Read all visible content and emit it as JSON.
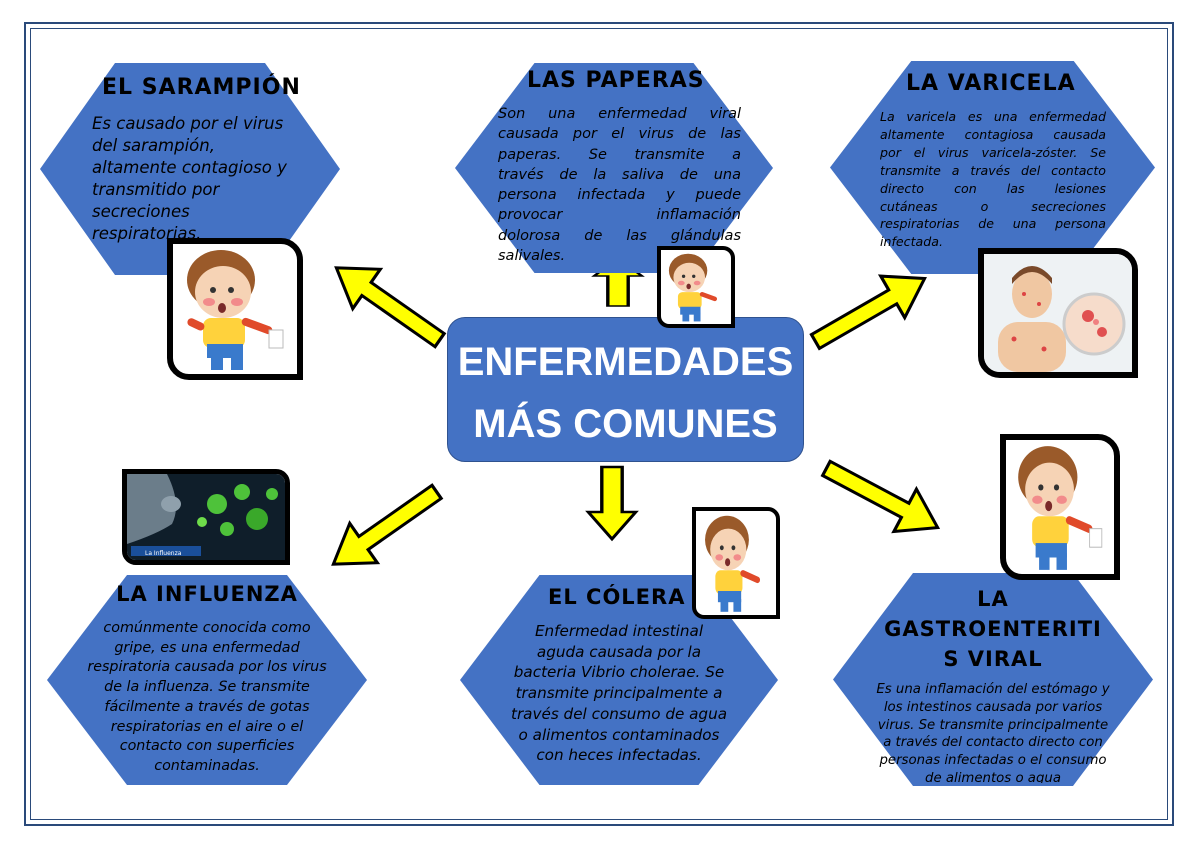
{
  "center": {
    "line1": "ENFERMEDADES",
    "line2": "MÁS COMUNES"
  },
  "diseases": {
    "sarampion": {
      "title": "EL SARAMPIÓN",
      "lines": [
        "Es causado por el virus",
        "del sarampión,",
        "altamente contagioso y",
        "transmitido por",
        "secreciones",
        "respiratorias."
      ]
    },
    "paperas": {
      "title": "LAS PAPERAS",
      "lines": [
        "Son una enfermedad viral",
        "causada por el virus de las",
        "paperas. Se transmite a",
        "través de la saliva de una",
        "persona infectada y puede",
        "provocar inflamación",
        "dolorosa de las glándulas",
        "salivales."
      ]
    },
    "varicela": {
      "title": "LA VARICELA",
      "lines": [
        "La varicela es una enfermedad",
        "altamente contagiosa causada",
        "por el virus varicela-zóster. Se",
        "transmite a través del contacto",
        "directo con las lesiones",
        "cutáneas o secreciones",
        "respiratorias de una persona",
        "infectada."
      ]
    },
    "influenza": {
      "title": "LA INFLUENZA",
      "lines": [
        "comúnmente conocida como",
        "gripe, es una enfermedad",
        "respiratoria causada por los virus",
        "de la influenza. Se transmite",
        "fácilmente a través de gotas",
        "respiratorias en el aire o el",
        "contacto con superficies",
        "contaminadas."
      ]
    },
    "colera": {
      "title": "EL CÓLERA",
      "lines": [
        "Enfermedad intestinal",
        "aguda causada por la",
        "bacteria Vibrio cholerae. Se",
        "transmite principalmente a",
        "través del consumo de agua",
        "o alimentos contaminados",
        "con heces infectadas."
      ]
    },
    "gastro": {
      "title_lines": [
        "LA",
        "GASTROENTERITI",
        "S VIRAL"
      ],
      "lines": [
        "Es una inflamación del estómago y",
        "los intestinos causada por varios",
        "virus. Se transmite principalmente",
        "a través del contacto directo con",
        "personas infectadas o el consumo",
        "de alimentos o agua"
      ]
    }
  },
  "images": {
    "influenza_caption": "La Influenza"
  },
  "colors": {
    "hexagon": "#4472c4",
    "arrow_fill": "#ffff00",
    "arrow_stroke": "#000000",
    "frame": "#2a4a7a"
  }
}
